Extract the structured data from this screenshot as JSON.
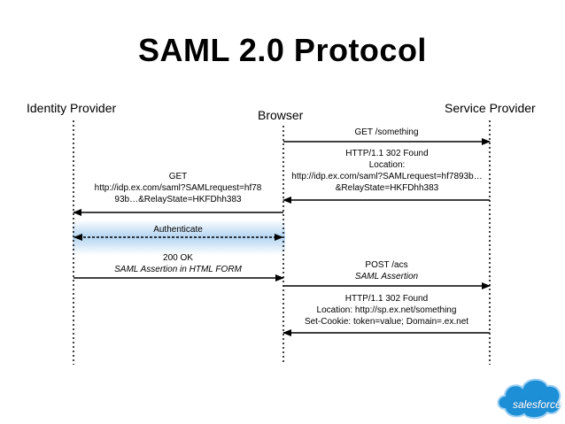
{
  "title": "SAML 2.0 Protocol",
  "actors": {
    "identity_provider": "Identity Provider",
    "browser": "Browser",
    "service_provider": "Service Provider"
  },
  "messages": {
    "get_something": "GET /something",
    "redirect_302": [
      "HTTP/1.1 302 Found",
      "Location:",
      "http://idp.ex.com/saml?SAMLrequest=hf7893b…",
      "&RelayState=HKFDhh383"
    ],
    "get_idp": [
      "GET",
      "http://idp.ex.com/saml?SAMLrequest=hf78",
      "93b…&RelayState=HKFDhh383"
    ],
    "authenticate": "Authenticate",
    "ok_200": [
      "200 OK",
      "SAML Assertion in HTML FORM"
    ],
    "post_acs": [
      "POST /acs",
      "SAML Assertion"
    ],
    "redirect_final": [
      "HTTP/1.1 302 Found",
      "Location: http://sp.ex.net/something",
      "Set-Cookie: token=value; Domain=.ex.net"
    ]
  },
  "logo": {
    "text": "salesforce",
    "colors": {
      "cloud": "#1d8fd6",
      "cloud_light": "#9fd1f3"
    }
  },
  "colors": {
    "highlight": "#bcd9f3",
    "lifeline": "#000000"
  }
}
